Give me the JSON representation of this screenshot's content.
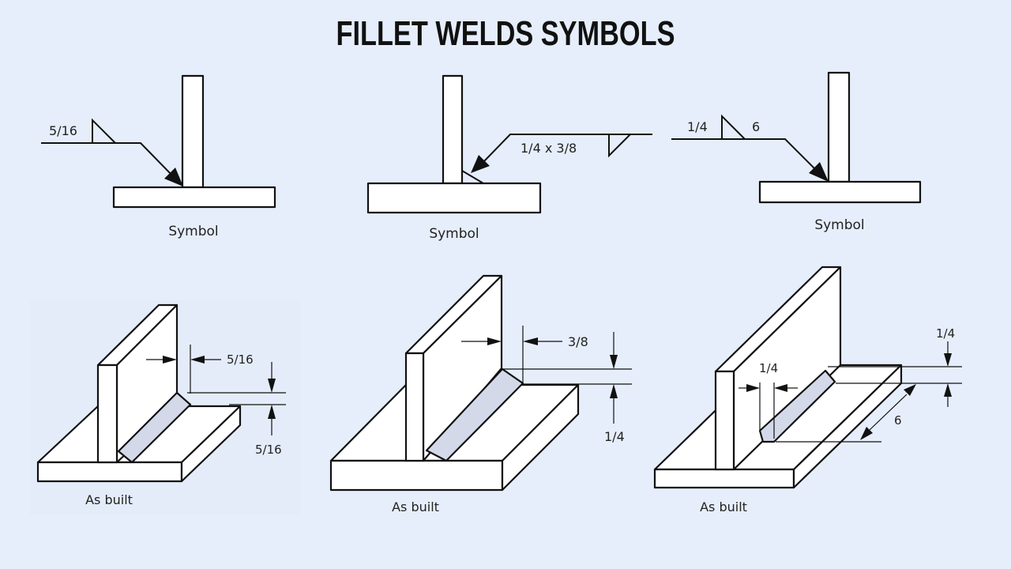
{
  "title": "FILLET WELDS SYMBOLS",
  "symbols": [
    {
      "caption": "Symbol",
      "label_arrow_side": "5/16"
    },
    {
      "caption": "Symbol",
      "label_other_side": "1/4 x 3/8"
    },
    {
      "caption": "Symbol",
      "label_size": "1/4",
      "label_length": "6"
    }
  ],
  "as_built": [
    {
      "caption": "As built",
      "dim_leg_horizontal": "5/16",
      "dim_leg_vertical": "5/16"
    },
    {
      "caption": "As built",
      "dim_leg_horizontal": "3/8",
      "dim_leg_vertical": "1/4"
    },
    {
      "caption": "As built",
      "dim_leg_vertical": "1/4",
      "dim_leg_horizontal": "1/4",
      "dim_length": "6"
    }
  ]
}
